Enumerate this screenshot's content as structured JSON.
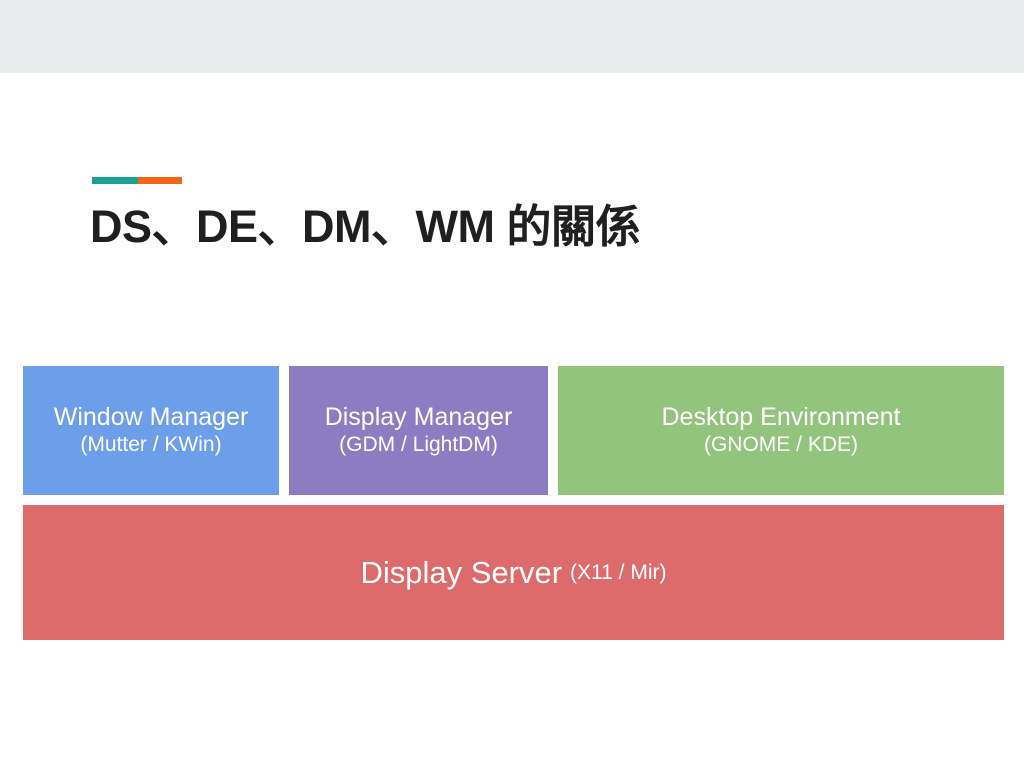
{
  "window": {
    "top_strip_color": "#e8ecec",
    "background_color": "#ffffff"
  },
  "title_accent": {
    "left_color": "#19a08e",
    "right_color": "#f26417"
  },
  "slide": {
    "title": "DS、DE、DM、WM 的關係"
  },
  "diagram": {
    "upper_layers": [
      {
        "name": "window-manager",
        "title": "Window Manager",
        "subtitle": "(Mutter / KWin)",
        "color": "#6d9eea"
      },
      {
        "name": "display-manager",
        "title": "Display Manager",
        "subtitle": "(GDM / LightDM)",
        "color": "#8e7cc3"
      },
      {
        "name": "desktop-environment",
        "title": "Desktop Environment",
        "subtitle": "(GNOME / KDE)",
        "color": "#93c47d"
      }
    ],
    "base_layer": {
      "name": "display-server",
      "title": "Display Server",
      "subtitle": "(X11 / Mir)",
      "color": "#dd6b6b"
    }
  }
}
